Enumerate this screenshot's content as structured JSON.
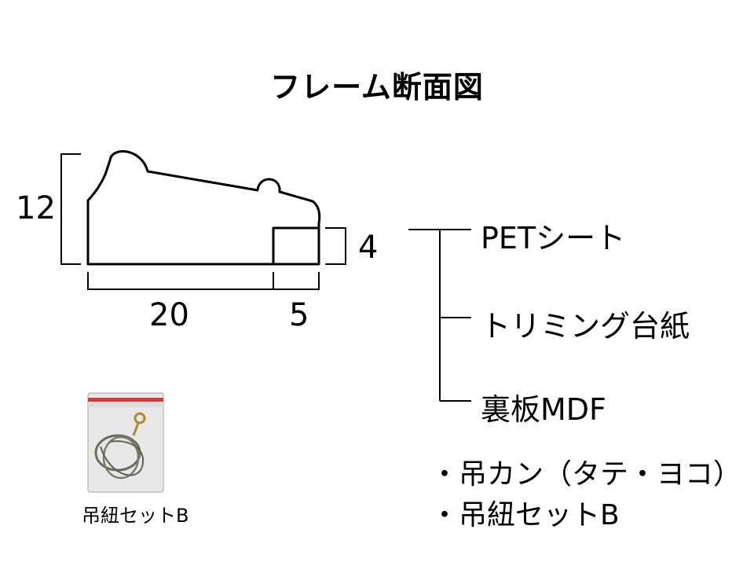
{
  "title": "フレーム断面図",
  "dimensions": {
    "height": "12",
    "width": "20",
    "rebate_width": "5",
    "rebate_depth": "4"
  },
  "parts": [
    {
      "label": "PETシート"
    },
    {
      "label": "トリミング台紙"
    },
    {
      "label": "裏板MDF"
    }
  ],
  "accessories": [
    {
      "label": "・吊カン（タテ・ヨコ）"
    },
    {
      "label": "・吊紐セットB"
    }
  ],
  "photo": {
    "caption": "吊紐セットB"
  }
}
